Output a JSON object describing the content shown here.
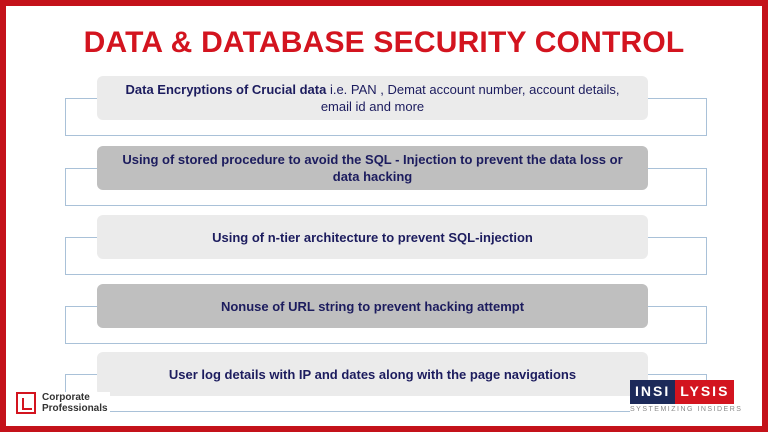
{
  "title": "DATA & DATABASE SECURITY CONTROL",
  "items": [
    {
      "bold": "Data Encryptions of Crucial data",
      "normal": " i.e. PAN , Demat account number, account details, email id and more",
      "style": "light"
    },
    {
      "bold": "Using of stored procedure to  avoid the SQL - Injection to prevent the data loss or data hacking",
      "style": "dark"
    },
    {
      "bold": "Using of n-tier architecture to prevent SQL-injection",
      "style": "light"
    },
    {
      "bold": "Nonuse of URL string to prevent hacking attempt",
      "style": "dark"
    },
    {
      "bold": "User log details with IP and dates along with the page navigations",
      "style": "light"
    }
  ],
  "logos": {
    "corporate_line1": "Corporate",
    "corporate_line2": "Professionals",
    "insi": "INSI",
    "lysis": "LYSIS",
    "tagline": "SYSTEMIZING INSIDERS"
  },
  "colors": {
    "accent": "#d3141f",
    "text": "#1c1c5e"
  }
}
